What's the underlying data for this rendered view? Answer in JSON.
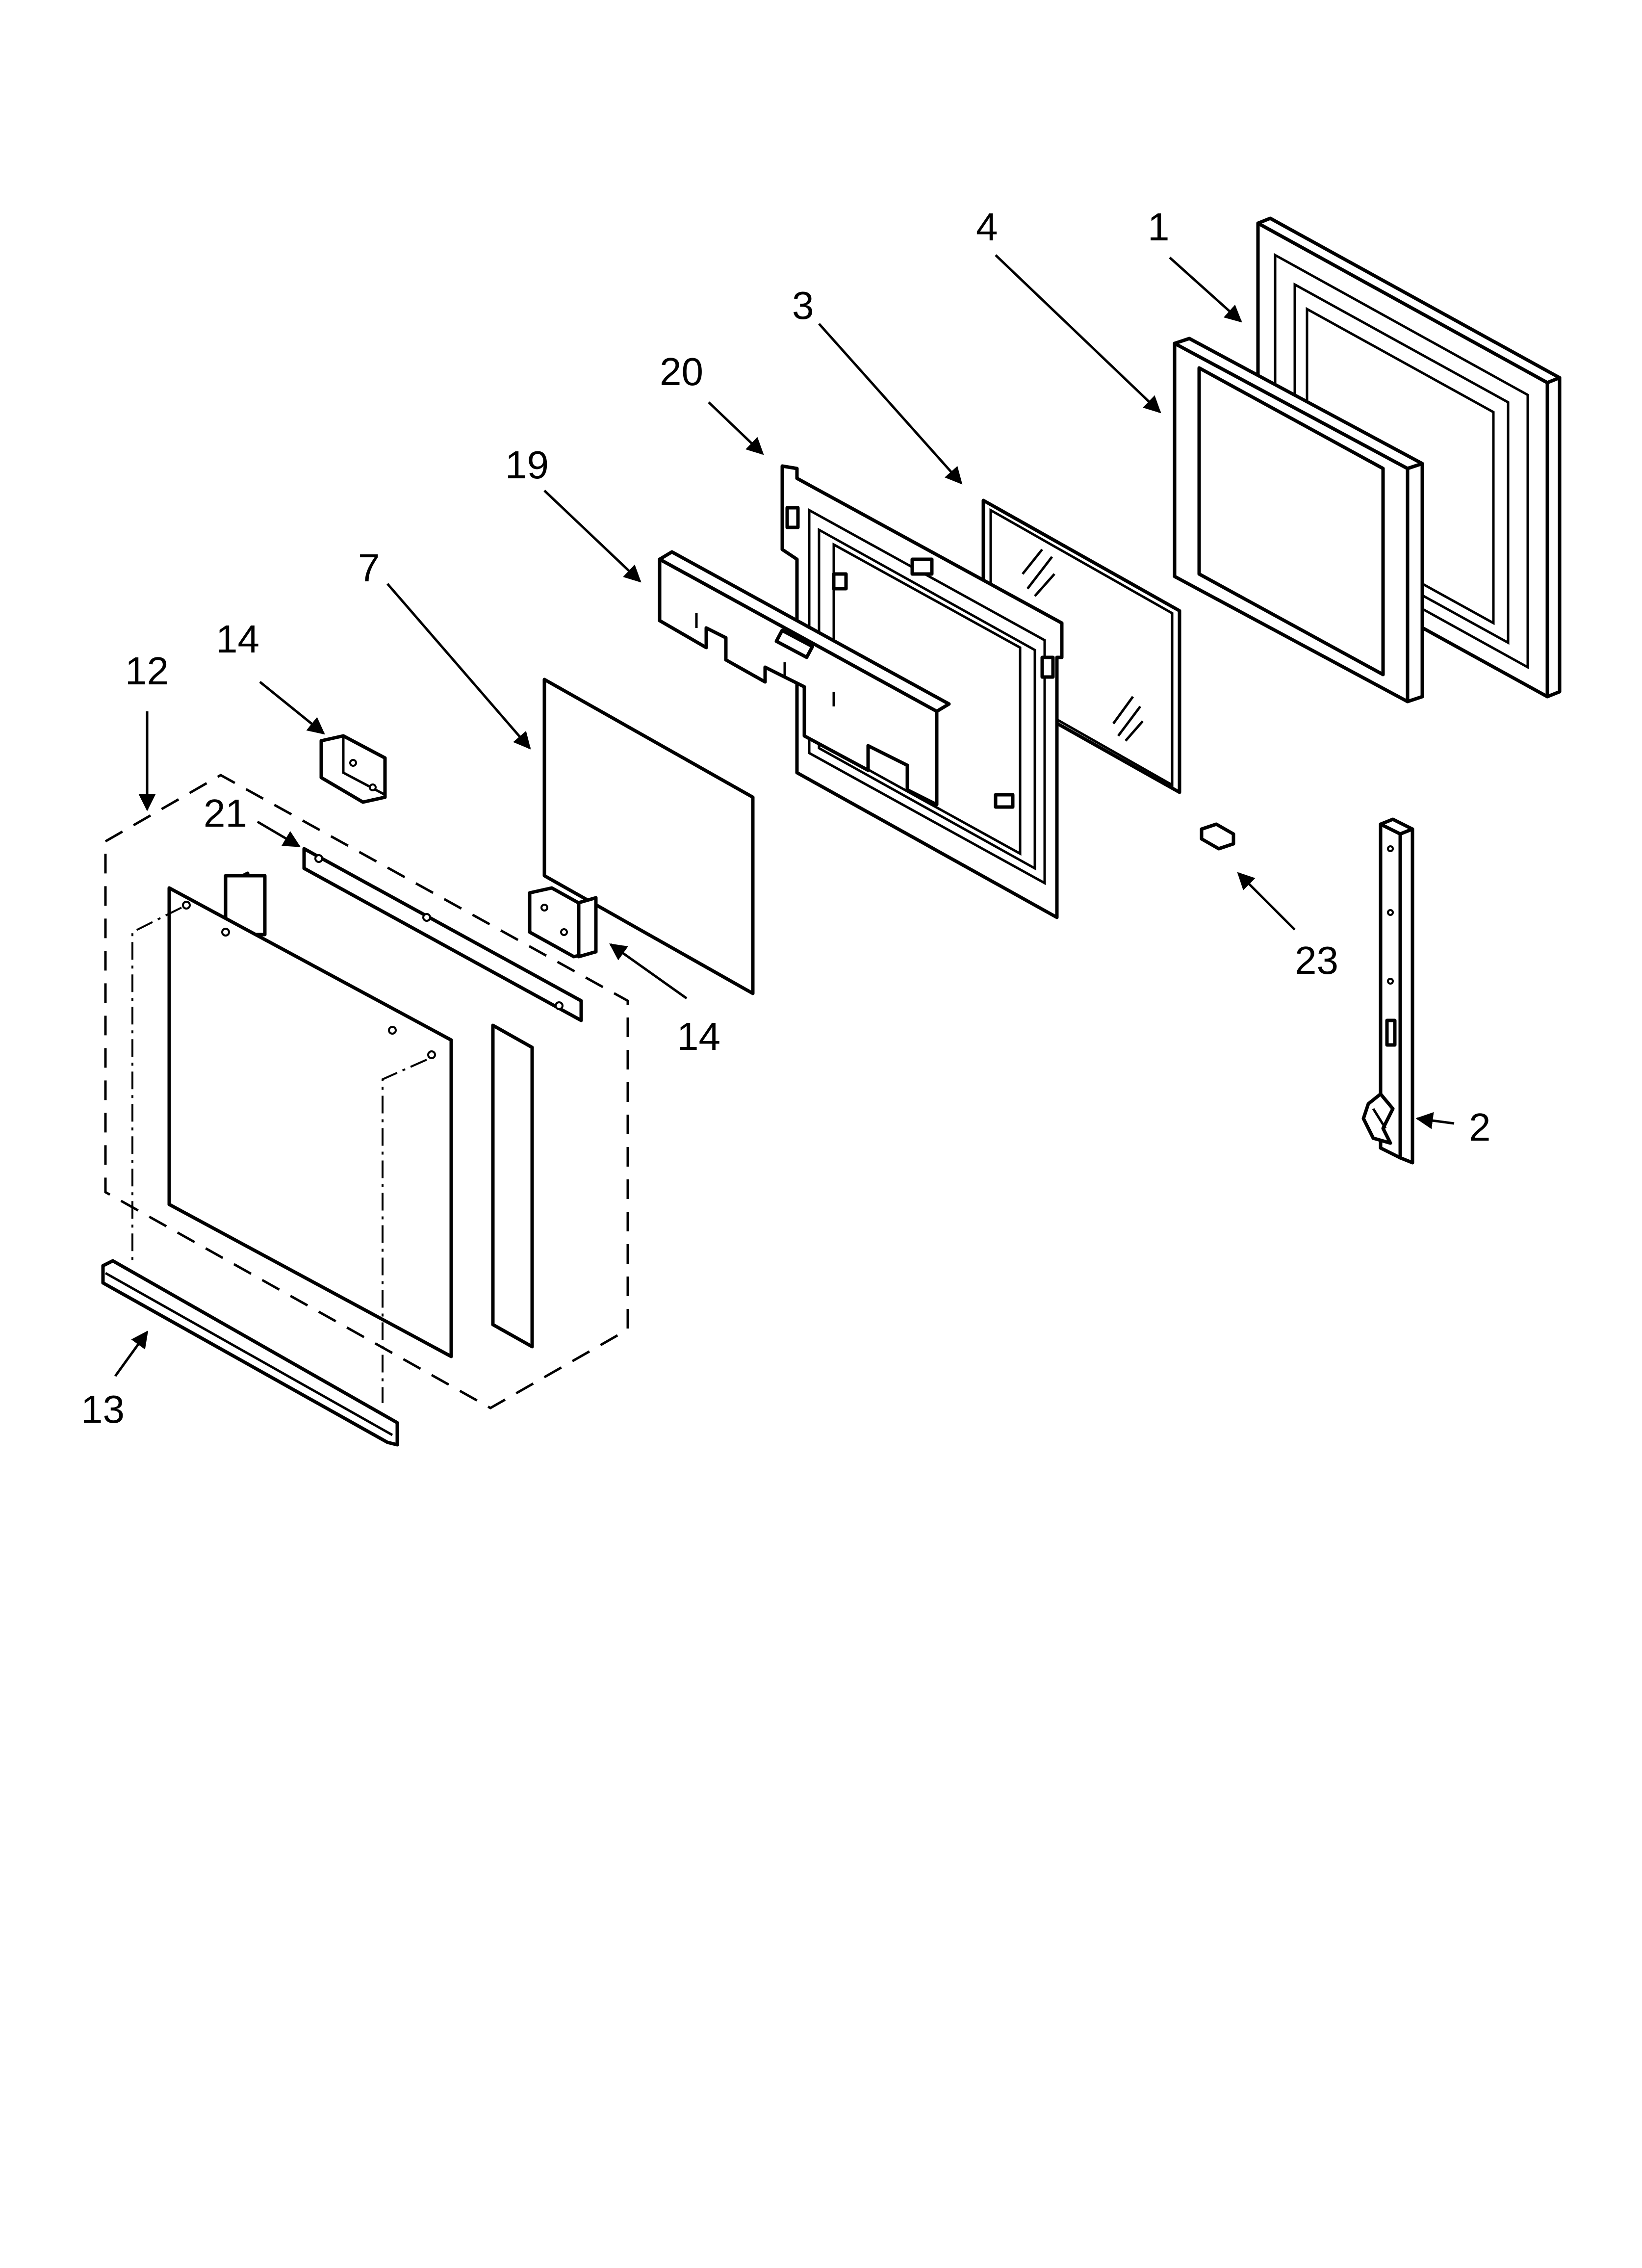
{
  "diagram": {
    "callouts": {
      "c1": "1",
      "c2": "2",
      "c3": "3",
      "c4": "4",
      "c7": "7",
      "c12": "12",
      "c13": "13",
      "c14a": "14",
      "c14b": "14",
      "c19": "19",
      "c20": "20",
      "c21": "21",
      "c23": "23"
    }
  }
}
